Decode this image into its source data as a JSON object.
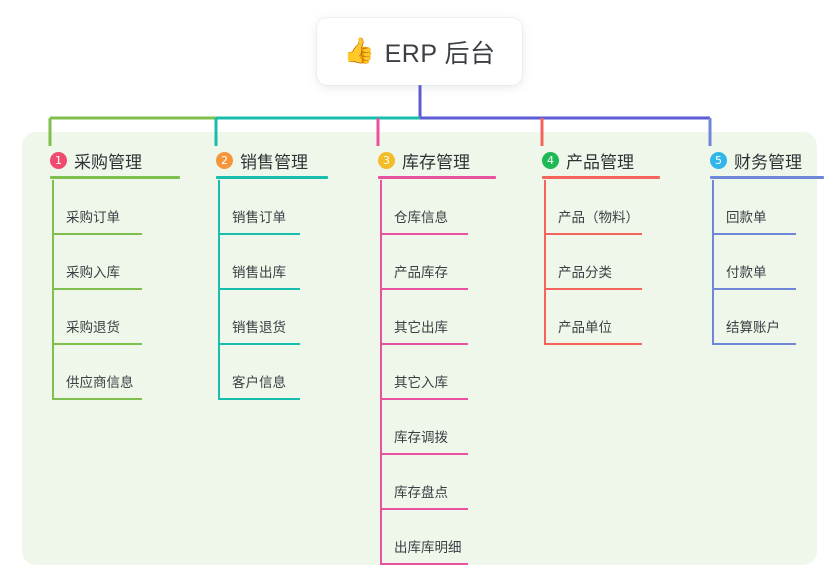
{
  "diagram": {
    "type": "mind-map",
    "title": "ERP 后台",
    "root": {
      "emoji": "👍",
      "emoji_name": "thumbs-up-icon",
      "label": "ERP 后台"
    },
    "panel_color": "#eef7e9",
    "root_stem_color": "#5b5bd6",
    "branches": [
      {
        "number": "1",
        "label": "采购管理",
        "badge_color": "#ef4b6e",
        "line_color": "#7fbf4d",
        "items": [
          "采购订单",
          "采购入库",
          "采购退货",
          "供应商信息"
        ]
      },
      {
        "number": "2",
        "label": "销售管理",
        "badge_color": "#f5963c",
        "line_color": "#18bdae",
        "items": [
          "销售订单",
          "销售出库",
          "销售退货",
          "客户信息"
        ]
      },
      {
        "number": "3",
        "label": "库存管理",
        "badge_color": "#f5bc2a",
        "line_color": "#e8529f",
        "items": [
          "仓库信息",
          "产品库存",
          "其它出库",
          "其它入库",
          "库存调拨",
          "库存盘点",
          "出库库明细"
        ]
      },
      {
        "number": "4",
        "label": "产品管理",
        "badge_color": "#1db954",
        "line_color": "#f4645c",
        "items": [
          "产品（物料）",
          "产品分类",
          "产品单位"
        ]
      },
      {
        "number": "5",
        "label": "财务管理",
        "badge_color": "#31b6ea",
        "line_color": "#6f87d8",
        "items": [
          "回款单",
          "付款单",
          "结算账户"
        ]
      }
    ]
  }
}
